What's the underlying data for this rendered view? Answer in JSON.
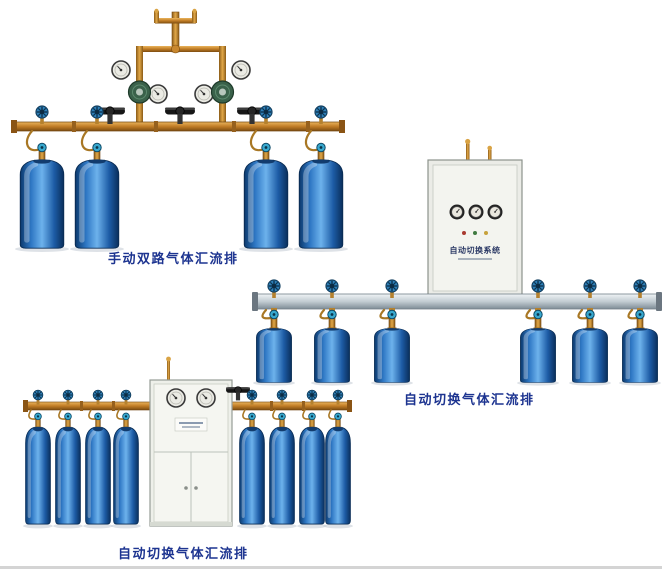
{
  "page": {
    "background_color": "#ffffff",
    "caption_color": "#1d3490",
    "bottom_divider_color": "#d4d4d4"
  },
  "products": [
    {
      "caption": "手动双路气体汇流排"
    },
    {
      "caption": "自动切换气体汇流排",
      "cabinet_label": "自动切换系统"
    },
    {
      "caption": "自动切换气体汇流排"
    }
  ],
  "palette": {
    "cylinder_blue": "#2e77c4",
    "brass_pipe": "#c07c26",
    "rail_silver": "#c2ccd2",
    "cabinet_white": "#eef0ea",
    "regulator_green": "#3a614a",
    "handwheel_blue": "#2f80b8",
    "handwheel_dark": "#1c1c1c"
  }
}
